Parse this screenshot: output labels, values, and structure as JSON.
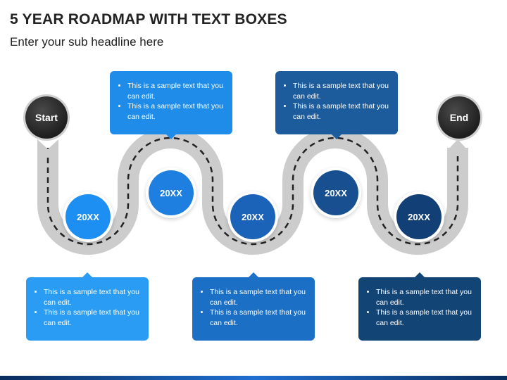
{
  "header": {
    "title": "5 YEAR ROADMAP WITH TEXT BOXES",
    "subtitle": "Enter your sub headline here"
  },
  "terminals": {
    "start": "Start",
    "end": "End"
  },
  "milestones": [
    {
      "label": "20XX",
      "color": "#1e8ff2"
    },
    {
      "label": "20XX",
      "color": "#1f7fe0"
    },
    {
      "label": "20XX",
      "color": "#1b63b8"
    },
    {
      "label": "20XX",
      "color": "#174f90"
    },
    {
      "label": "20XX",
      "color": "#123f75"
    }
  ],
  "boxes": [
    {
      "color": "#2a9cf4",
      "bullets": [
        "This is a sample text that you can edit.",
        "This is a sample text that you can edit."
      ]
    },
    {
      "color": "#1f8ce9",
      "bullets": [
        "This is a sample text that you can edit.",
        "This is a sample text that you can edit."
      ]
    },
    {
      "color": "#1b6fc4",
      "bullets": [
        "This is a sample text that you can edit.",
        "This is a sample text that you can edit."
      ]
    },
    {
      "color": "#1c5c9c",
      "bullets": [
        "This is a sample text that you can edit.",
        "This is a sample text that you can edit."
      ]
    },
    {
      "color": "#134476",
      "bullets": [
        "This is a sample text that you can edit.",
        "This is a sample text that you can edit."
      ]
    }
  ]
}
